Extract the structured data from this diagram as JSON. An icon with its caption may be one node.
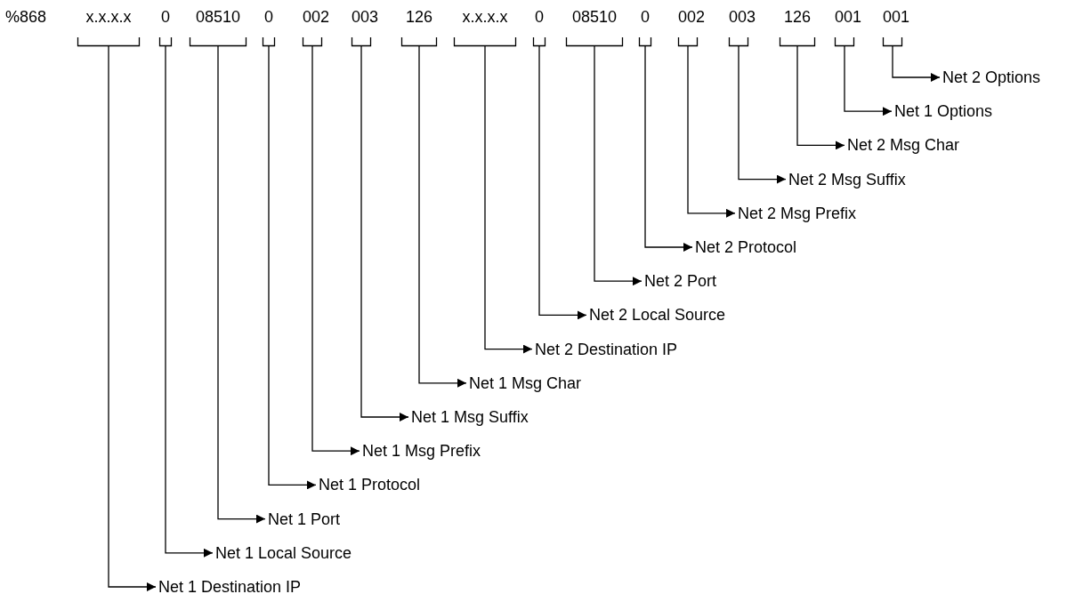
{
  "diagram": {
    "nodes": [
      {
        "text": [
          "x.x.x.x"
        ]
      },
      {
        "text": [
          "0"
        ]
      },
      {
        "text": [
          "08510"
        ]
      },
      {
        "text": [
          "0"
        ]
      },
      {
        "text": [
          "002"
        ]
      },
      {
        "text": [
          "003"
        ]
      },
      {
        "text": [
          "126"
        ]
      },
      {
        "text": [
          "x.x.x.x"
        ]
      },
      {
        "text": [
          "0"
        ]
      },
      {
        "text": [
          "08510"
        ]
      },
      {
        "text": [
          "0"
        ]
      },
      {
        "text": [
          "002"
        ]
      },
      {
        "text": [
          "003"
        ]
      },
      {
        "text": [
          "126"
        ]
      },
      {
        "text": [
          "001"
        ]
      },
      {
        "text": [
          "001"
        ]
      },
      {
        "text": [
          "Net 2 Options"
        ]
      },
      {
        "text": [
          "Net 1 Options"
        ]
      },
      {
        "text": [
          "Net 2 Msg Char"
        ]
      },
      {
        "text": [
          "Net 2 Msg Suffix"
        ]
      },
      {
        "text": [
          "Net 2 Msg Prefix"
        ]
      },
      {
        "text": [
          "Net 2 Protocol"
        ]
      },
      {
        "text": [
          "Net 2 Port"
        ]
      },
      {
        "text": [
          "Net 2 Local Source"
        ]
      },
      {
        "text": [
          "Net 2 Destination IP"
        ]
      },
      {
        "text": [
          "Net 1 Msg Char"
        ]
      },
      {
        "text": [
          "Net 1 Msg Suffix"
        ]
      },
      {
        "text": [
          "Net 1 Msg Prefix"
        ]
      },
      {
        "text": [
          "Net 1 Protocol"
        ]
      },
      {
        "text": [
          "Net 1 Port"
        ]
      },
      {
        "text": [
          "Net 1 Local Source"
        ]
      },
      {
        "text": [
          "Net 1 Destination IP"
        ]
      }
    ],
    "edges": [
      {
        "from": 0,
        "to": 31,
        "arrow": "to"
      },
      {
        "from": 1,
        "to": 30,
        "arrow": "to"
      },
      {
        "from": 2,
        "to": 29,
        "arrow": "to"
      },
      {
        "from": 3,
        "to": 28,
        "arrow": "to"
      },
      {
        "from": 4,
        "to": 27,
        "arrow": "to"
      },
      {
        "from": 5,
        "to": 26,
        "arrow": "to"
      },
      {
        "from": 6,
        "to": 25,
        "arrow": "to"
      },
      {
        "from": 7,
        "to": 24,
        "arrow": "to"
      },
      {
        "from": 8,
        "to": 23,
        "arrow": "to"
      },
      {
        "from": 9,
        "to": 22,
        "arrow": "to"
      },
      {
        "from": 10,
        "to": 21,
        "arrow": "to"
      },
      {
        "from": 11,
        "to": 20,
        "arrow": "to"
      },
      {
        "from": 12,
        "to": 19,
        "arrow": "to"
      },
      {
        "from": 13,
        "to": 18,
        "arrow": "to"
      },
      {
        "from": 14,
        "to": 17,
        "arrow": "to"
      },
      {
        "from": 15,
        "to": 16,
        "arrow": "to"
      }
    ],
    "labels": [
      "%868"
    ]
  }
}
